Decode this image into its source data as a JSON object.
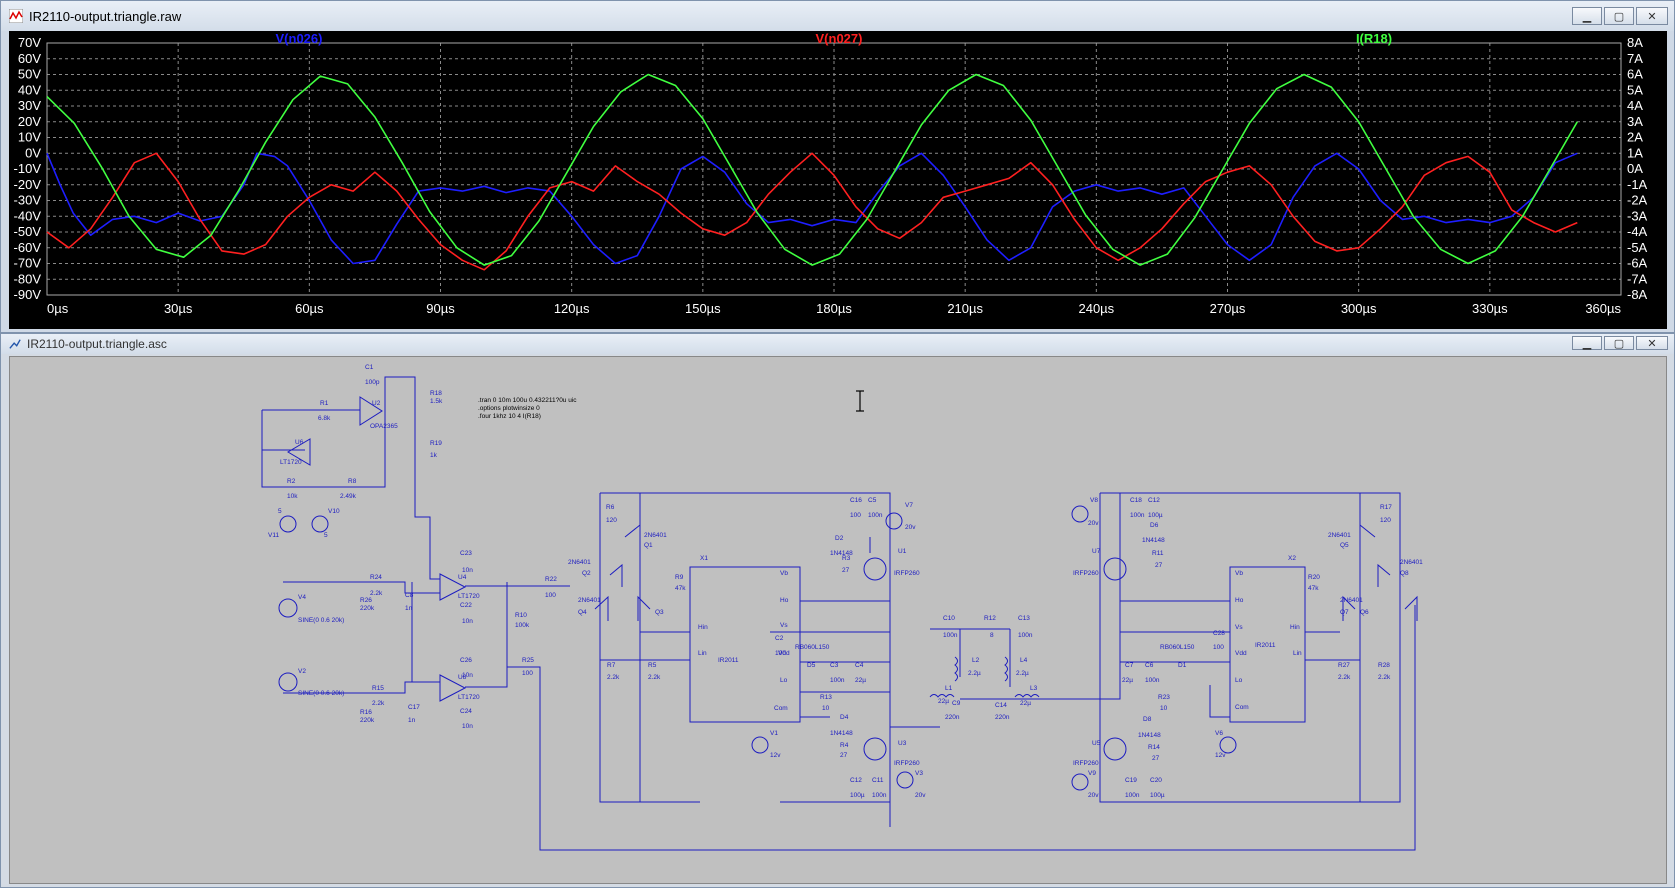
{
  "plot_window": {
    "title": "IR2110-output.triangle.raw",
    "controls": [
      "minimize",
      "maximize",
      "close"
    ]
  },
  "schematic_window": {
    "title": "IR2110-output.triangle.asc",
    "directives": [
      ".tran 0 10m 100u 0.432211?0u uic",
      ".options plotwinsize 0",
      ".four 1khz 10 4 I(R18)"
    ]
  },
  "colors": {
    "v_n026": "#1e1eff",
    "v_n027": "#ff2020",
    "i_r18": "#40ff40",
    "plot_bg": "#000000",
    "grid": "#8a8a8a",
    "axis_text": "#ffffff",
    "wire": "#1c1cc0",
    "schematic_bg": "#c0c0c0"
  },
  "chart_data": {
    "type": "line",
    "xlabel": "",
    "xlim": [
      0,
      360
    ],
    "x_ticks": [
      "0µs",
      "30µs",
      "60µs",
      "90µs",
      "120µs",
      "150µs",
      "180µs",
      "210µs",
      "240µs",
      "270µs",
      "300µs",
      "330µs",
      "360µs"
    ],
    "ylim_left": [
      -90,
      70
    ],
    "y_ticks_left": [
      "70V",
      "60V",
      "50V",
      "40V",
      "30V",
      "20V",
      "10V",
      "0V",
      "-10V",
      "-20V",
      "-30V",
      "-40V",
      "-50V",
      "-60V",
      "-70V",
      "-80V",
      "-90V"
    ],
    "ylim_right": [
      -8,
      8
    ],
    "y_ticks_right": [
      "8A",
      "7A",
      "6A",
      "5A",
      "4A",
      "3A",
      "2A",
      "1A",
      "0A",
      "-1A",
      "-2A",
      "-3A",
      "-4A",
      "-5A",
      "-6A",
      "-7A",
      "-8A"
    ],
    "grid": true,
    "series": [
      {
        "name": "V(n026)",
        "color": "#1e1eff",
        "axis": "left",
        "x": [
          0,
          3,
          6,
          10,
          15,
          20,
          25,
          30,
          35,
          40,
          45,
          48,
          52,
          55,
          60,
          65,
          70,
          75,
          80,
          85,
          90,
          95,
          100,
          105,
          110,
          115,
          120,
          125,
          130,
          135,
          140,
          145,
          150,
          155,
          160,
          165,
          170,
          175,
          180,
          185,
          190,
          195,
          200,
          205,
          210,
          215,
          220,
          225,
          230,
          235,
          240,
          245,
          250,
          255,
          260,
          265,
          270,
          275,
          280,
          285,
          290,
          295,
          300,
          305,
          310,
          315,
          320,
          325,
          330,
          335,
          340,
          345,
          350
        ],
        "y": [
          0,
          -20,
          -38,
          -52,
          -42,
          -40,
          -44,
          -38,
          -43,
          -40,
          -20,
          0,
          -2,
          -8,
          -30,
          -55,
          -70,
          -68,
          -45,
          -24,
          -22,
          -24,
          -21,
          -25,
          -22,
          -24,
          -40,
          -58,
          -70,
          -65,
          -40,
          -10,
          -2,
          -12,
          -32,
          -44,
          -42,
          -46,
          -42,
          -44,
          -25,
          -8,
          0,
          -14,
          -34,
          -55,
          -68,
          -60,
          -34,
          -24,
          -20,
          -24,
          -22,
          -26,
          -22,
          -40,
          -58,
          -68,
          -58,
          -28,
          -8,
          0,
          -10,
          -30,
          -42,
          -40,
          -44,
          -42,
          -44,
          -40,
          -28,
          -6,
          0
        ]
      },
      {
        "name": "V(n027)",
        "color": "#ff2020",
        "axis": "left",
        "x": [
          0,
          5,
          10,
          15,
          20,
          25,
          30,
          35,
          40,
          45,
          50,
          55,
          60,
          65,
          70,
          75,
          80,
          85,
          90,
          95,
          100,
          105,
          110,
          115,
          120,
          125,
          130,
          135,
          140,
          145,
          150,
          155,
          160,
          165,
          170,
          175,
          180,
          185,
          190,
          195,
          200,
          205,
          210,
          215,
          220,
          225,
          230,
          235,
          240,
          245,
          250,
          255,
          260,
          265,
          270,
          275,
          280,
          285,
          290,
          295,
          300,
          305,
          310,
          315,
          320,
          325,
          330,
          335,
          340,
          345,
          350
        ],
        "y": [
          -50,
          -60,
          -48,
          -28,
          -6,
          0,
          -18,
          -42,
          -62,
          -64,
          -58,
          -40,
          -28,
          -20,
          -24,
          -12,
          -24,
          -42,
          -58,
          -68,
          -74,
          -62,
          -40,
          -22,
          -18,
          -24,
          -8,
          -18,
          -26,
          -38,
          -48,
          -52,
          -44,
          -26,
          -12,
          0,
          -14,
          -34,
          -48,
          -54,
          -44,
          -28,
          -24,
          -20,
          -16,
          -6,
          -20,
          -42,
          -60,
          -68,
          -60,
          -48,
          -32,
          -18,
          -12,
          -8,
          -20,
          -40,
          -56,
          -62,
          -60,
          -48,
          -34,
          -14,
          -6,
          -2,
          -12,
          -36,
          -44,
          -50,
          -44
        ]
      },
      {
        "name": "I(R18)",
        "color": "#40ff40",
        "axis": "right",
        "x": [
          0,
          6.25,
          12.5,
          18.75,
          25,
          31.25,
          37.5,
          43.75,
          50,
          56.25,
          62.5,
          68.75,
          75,
          81.25,
          87.5,
          93.75,
          100,
          106.25,
          112.5,
          118.75,
          125,
          131.25,
          137.5,
          143.75,
          150,
          156.25,
          162.5,
          168.75,
          175,
          181.25,
          187.5,
          193.75,
          200,
          206.25,
          212.5,
          218.75,
          225,
          231.25,
          237.5,
          243.75,
          250,
          256.25,
          262.5,
          268.75,
          275,
          281.25,
          287.5,
          293.75,
          300,
          306.25,
          312.5,
          318.75,
          325,
          331.25,
          337.5,
          343.75,
          350
        ],
        "y": [
          4.6,
          2.9,
          0.1,
          -3.0,
          -5.1,
          -5.6,
          -4.2,
          -1.4,
          1.7,
          4.4,
          5.9,
          5.4,
          3.3,
          0.4,
          -2.7,
          -5.0,
          -6.1,
          -5.5,
          -3.3,
          -0.3,
          2.7,
          4.9,
          6.0,
          5.3,
          3.2,
          0.2,
          -2.8,
          -5.1,
          -6.1,
          -5.4,
          -3.2,
          -0.2,
          2.8,
          5.0,
          6.0,
          5.3,
          3.1,
          0.1,
          -2.9,
          -5.1,
          -6.1,
          -5.4,
          -3.1,
          -0.1,
          2.9,
          5.1,
          6.0,
          5.2,
          3.0,
          0.0,
          -3.0,
          -5.1,
          -6.0,
          -5.2,
          -3.0,
          0.0,
          3.0
        ]
      }
    ]
  },
  "schematic_labels": {
    "C1": "C1",
    "C1v": "100p",
    "R1": "R1",
    "R1v": "6.8k",
    "U2": "U2",
    "U2m": "OPA2365",
    "R18": "R18",
    "R18v": "1.5k",
    "R19": "R19",
    "R19v": "1k",
    "U6": "U6",
    "U6m": "LT1720",
    "R2": "R2",
    "R2v": "10k",
    "R8": "R8",
    "R8v": "2.49k",
    "V11": "V11",
    "V10": "V10",
    "V10v": "5",
    "V11v": "5",
    "V4": "V4",
    "V4m": "SINE(0 0.6 20k)",
    "V2": "V2",
    "V2m": "SINE(0 0.6 20k)",
    "R24": "R24",
    "R24v": "2.2k",
    "R26": "R26",
    "R26v": "220k",
    "C8": "C8",
    "C8v": "1n",
    "R15": "R15",
    "R15v": "2.2k",
    "R16": "R16",
    "R16v": "220k",
    "C17": "C17",
    "C17v": "1n",
    "U4": "U4",
    "U4m": "LT1720",
    "U8": "U8",
    "U8m": "LT1720",
    "C23": "C23",
    "C22": "C22",
    "C26": "C26",
    "C24": "C24",
    "C10n": "10n",
    "R22": "R22",
    "R22v": "100",
    "R10": "R10",
    "R10v": "100k",
    "R25": "R25",
    "R25v": "100",
    "R6": "R6",
    "R6v": "120",
    "Q1": "Q1",
    "Q1m": "2N6401",
    "Q2": "Q2",
    "Q2m": "2N6401",
    "Q3": "Q3",
    "Q4": "Q4",
    "Q34m": "2N6401",
    "R9": "R9",
    "R9v": "47k",
    "R7": "R7",
    "R7v": "2.2k",
    "R5": "R5",
    "R5v": "2.2k",
    "X1": "X1",
    "X1m": "IR2011",
    "Vb": "Vb",
    "Ho": "Ho",
    "Vs": "Vs",
    "Hin": "Hin",
    "Lin": "Lin",
    "Vdd": "Vdd",
    "Lo": "Lo",
    "Com": "Com",
    "C16": "C16",
    "C16v": "100",
    "C5": "C5",
    "C5v": "100n",
    "V7": "V7",
    "V7v": "20v",
    "D2": "D2",
    "D2m": "1N4148",
    "R3": "R3",
    "R3v": "27",
    "U1": "U1",
    "U1m": "IRFP260",
    "C2": "C2",
    "C2v": "100",
    "RB": "RB060L150",
    "D5": "D5",
    "C3": "C3",
    "C3v": "100n",
    "C4": "C4",
    "C4v": "22µ",
    "R13": "R13",
    "R13v": "10",
    "D4": "D4",
    "D4m": "1N4148",
    "R4": "R4",
    "R4v": "27",
    "U3": "U3",
    "U3m": "IRFP260",
    "V1": "V1",
    "V1v": "12v",
    "C12": "C12",
    "C12v": "100µ",
    "C11": "C11",
    "C11v": "100n",
    "V3": "V3",
    "V3v": "20v",
    "C10": "C10",
    "C10v": "100n",
    "R12": "R12",
    "R12v": "8",
    "C13": "C13",
    "C13v": "100n",
    "L2": "L2",
    "L2v": "2.2µ",
    "L4": "L4",
    "L4v": "2.2µ",
    "L1": "L1",
    "L1v": "22µ",
    "L3": "L3",
    "L3v": "22µ",
    "C9": "C9",
    "C9v": "220n",
    "C14": "C14",
    "C14v": "220n",
    "V8": "V8",
    "V8v": "20v",
    "C18": "C18",
    "C18v": "100n",
    "C19b": "C12",
    "C19bv": "100µ",
    "D6": "D6",
    "D6m": "1N4148",
    "R11": "R11",
    "R11v": "27",
    "U7": "U7",
    "U7m": "IRFP260",
    "X2": "X2",
    "X2m": "IR2011",
    "C28": "C28",
    "C28v": "100",
    "RB2": "RB060L150",
    "C7": "C7",
    "C7v": "22µ",
    "C6": "C6",
    "C6v": "100n",
    "D1": "D1",
    "R23": "R23",
    "R23v": "10",
    "V6": "V6",
    "V6v": "12v",
    "D8": "D8",
    "D8m": "1N4148",
    "R14": "R14",
    "R14v": "27",
    "U5": "U5",
    "U5m": "IRFP260",
    "V9": "V9",
    "V9v": "20v",
    "C19": "C19",
    "C19v": "100n",
    "C20": "C20",
    "C20v": "100µ",
    "R17": "R17",
    "R17v": "120",
    "Q5": "Q5",
    "Q5m": "2N6401",
    "Q8": "Q8",
    "Q8m": "2N6401",
    "R20": "R20",
    "R20v": "47k",
    "Q7": "Q7",
    "Q6": "Q6",
    "Q67m": "2N6401",
    "R27": "R27",
    "R27v": "2.2k",
    "R28": "R28",
    "R28v": "2.2k"
  }
}
